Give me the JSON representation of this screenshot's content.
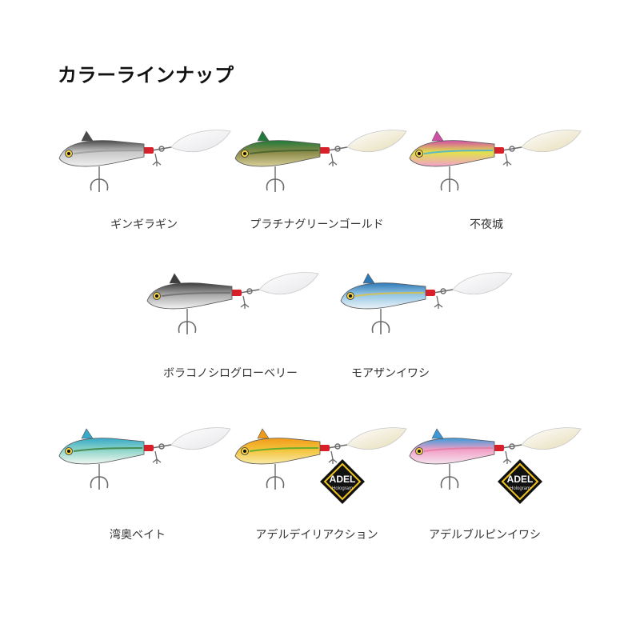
{
  "heading": "カラーラインナップ",
  "badge_text": {
    "main": "ADEL",
    "sub": "Hologram"
  },
  "colors": {
    "blade_silver": "#e6e6ea",
    "blade_gold": "#e6dcb6",
    "hook_red": "#d8202a",
    "hook_metal": "#6a6a6a"
  },
  "items": [
    {
      "name": "ギンギラギン",
      "top": "#4a4a4a",
      "mid": "#c9c9c9",
      "belly": "#efefef",
      "accent": "#9a9a9a",
      "blade": "silver",
      "badge": false
    },
    {
      "name": "プラチナグリーンゴールド",
      "top": "#1f7a3a",
      "mid": "#8a8a48",
      "belly": "#d8cf9a",
      "accent": "#3e5e2a",
      "blade": "gold",
      "badge": false
    },
    {
      "name": "不夜城",
      "top": "#d24fa7",
      "mid": "#e2e24a",
      "belly": "#f0a0cc",
      "accent": "#3fb2d9",
      "blade": "gold",
      "badge": false
    },
    {
      "name": "ボラコノシログローベリー",
      "top": "#3c3c3c",
      "mid": "#a7a7a7",
      "belly": "#f3f3f3",
      "accent": "#6c6c6c",
      "blade": "silver",
      "badge": false
    },
    {
      "name": "モアザンイワシ",
      "top": "#2f79b8",
      "mid": "#93c5e3",
      "belly": "#eaf3f8",
      "accent": "#e2c23a",
      "blade": "silver",
      "badge": false
    },
    {
      "name": "湾奥ベイト",
      "top": "#37a9c9",
      "mid": "#8ad4c7",
      "belly": "#f1f6f2",
      "accent": "#3a7a3a",
      "blade": "silver",
      "badge": false
    },
    {
      "name": "アデルデイリアクション",
      "top": "#f09a1a",
      "mid": "#f4c33a",
      "belly": "#f7e9a6",
      "accent": "#4aa82a",
      "blade": "gold",
      "badge": true
    },
    {
      "name": "アデルブルピンイワシ",
      "top": "#3a9ad9",
      "mid": "#f2a0c7",
      "belly": "#f5e3ee",
      "accent": "#e07aa0",
      "blade": "gold",
      "badge": true
    }
  ]
}
